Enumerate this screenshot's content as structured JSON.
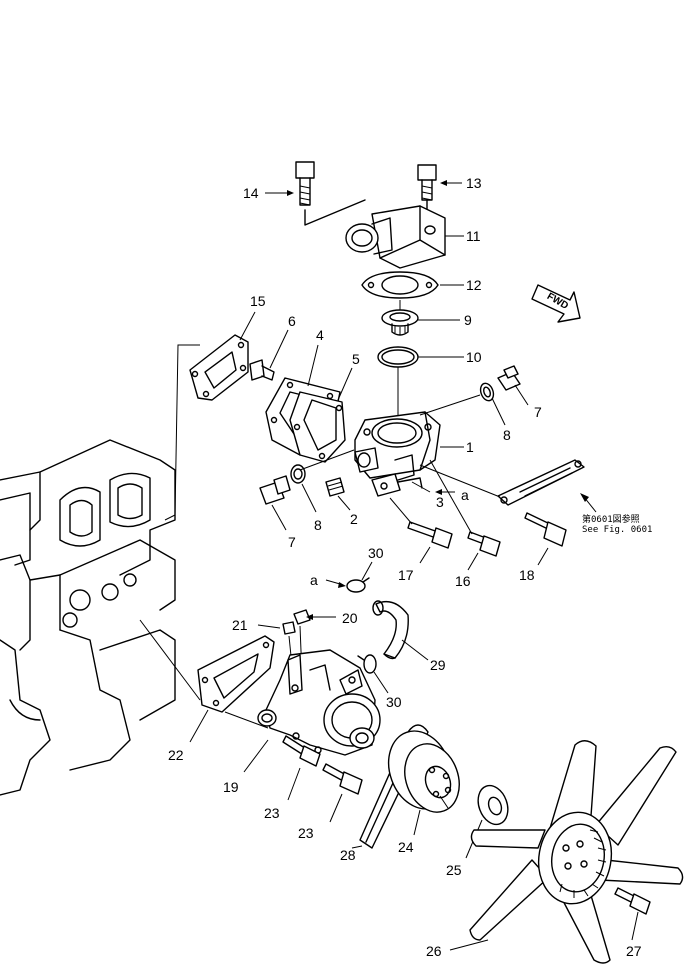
{
  "labels": {
    "p1": "1",
    "p2": "2",
    "p3": "3",
    "p4": "4",
    "p5": "5",
    "p6": "6",
    "p7a": "7",
    "p7b": "7",
    "p8a": "8",
    "p8b": "8",
    "p9": "9",
    "p10": "10",
    "p11": "11",
    "p12": "12",
    "p13": "13",
    "p14": "14",
    "p15": "15",
    "p16": "16",
    "p17": "17",
    "p18": "18",
    "p19": "19",
    "p20": "20",
    "p21": "21",
    "p22": "22",
    "p23a": "23",
    "p23b": "23",
    "p24": "24",
    "p25": "25",
    "p26": "26",
    "p27": "27",
    "p28": "28",
    "p29": "29",
    "p30a": "30",
    "p30b": "30"
  },
  "ref_marks": {
    "a_upper": "a",
    "a_lower": "a"
  },
  "direction": {
    "fwd": "FWD"
  },
  "reference_note": {
    "line1": "第0601図参照",
    "line2": "See Fig. 0601"
  }
}
